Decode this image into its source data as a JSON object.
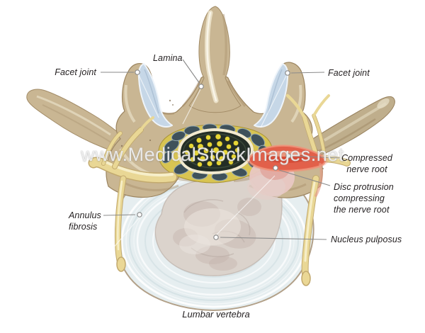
{
  "figure": {
    "watermark": "www.MedicalStockImages.net",
    "caption": "Lumbar vertebra",
    "labels": {
      "facet_joint_left": "Facet joint",
      "lamina": "Lamina",
      "facet_joint_right": "Facet joint",
      "compressed_nerve_root": "Compressed\nnerve root",
      "disc_protrusion": "Disc protrusion\ncompressing\nthe nerve root",
      "annulus_fibrosis": "Annulus\nfibrosis",
      "nucleus_pulposus": "Nucleus pulposus"
    },
    "colors": {
      "background": "#ffffff",
      "bone": "#c9b693",
      "bone_outline": "#9c8560",
      "facet_cartilage": "#c6d7e7",
      "spinal_nerve_yellow": "#e9d795",
      "compressed_nerve_red": "#e2604a",
      "disc_protrusion_pink": "#e0a69d",
      "annulus_fibrosis_blue": "#e6eef0",
      "nucleus_pulposus_beige": "#dbd3cc",
      "thecal_sac_dark": "#232d26",
      "nerve_rootlets_yellow": "#e6d636",
      "epidural_vessel_dark": "#3f515a",
      "label_text": "#231f20",
      "leader_line": "#8a8a8a"
    }
  }
}
